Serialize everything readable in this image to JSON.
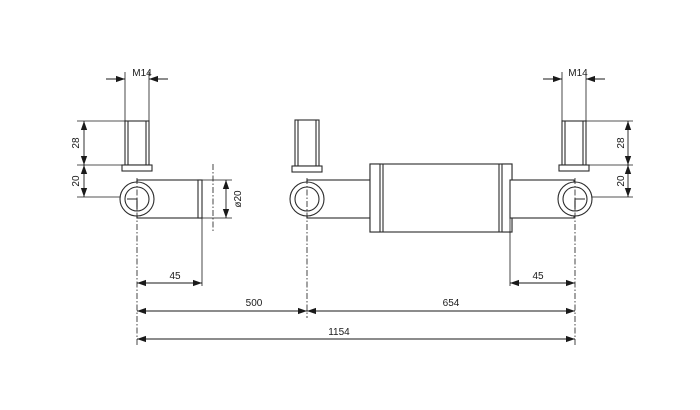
{
  "dimensions": {
    "left_thread": "M14",
    "right_thread": "M14",
    "left_height_top": "28",
    "left_height_bottom": "20",
    "right_height_top": "28",
    "right_height_bottom": "20",
    "diameter": "ø20",
    "left_offset": "45",
    "right_offset": "45",
    "span_left": "500",
    "span_right": "654",
    "overall": "1154"
  }
}
